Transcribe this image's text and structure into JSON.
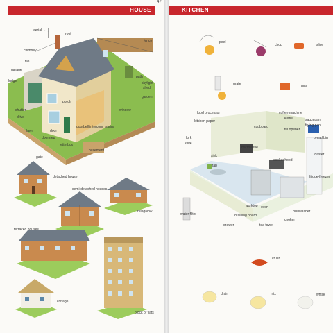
{
  "left_page": {
    "section_title": "HOUSE",
    "page_number": "47",
    "house_labels": {
      "aerial": "aerial",
      "roof": "roof",
      "fence": "fence",
      "chimney": "chimney",
      "tile": "tile",
      "garage": "garage",
      "ludge": "ludge",
      "path": "path",
      "skylight": "skylight",
      "shed": "shed",
      "garden": "garden",
      "porch": "porch",
      "window": "window",
      "shutter": "shutter",
      "drive": "drive",
      "stairs": "stairs",
      "doorbell_intercom": "doorbell intercom",
      "lawn": "lawn",
      "door": "door",
      "doorstep": "doorstep",
      "letterbox": "letterbox",
      "basement": "basement",
      "gate": "gate"
    },
    "house_types": {
      "detached": "detached house",
      "semi_detached": "semi-detached houses",
      "bungalow": "bungalow",
      "terraced": "terraced houses",
      "cottage": "cottage",
      "block_of_flats": "block of flats"
    }
  },
  "right_page": {
    "section_title": "KITCHEN",
    "actions": {
      "peel": "peel",
      "chop": "chop",
      "slice": "slice",
      "grate": "grate",
      "dice": "dice",
      "crush": "crush",
      "drain": "drain",
      "mix": "mix",
      "whisk": "whisk"
    },
    "kitchen_labels": {
      "food_processor": "food processor",
      "kitchen_paper": "kitchen paper",
      "coffee_machine": "coffee machine",
      "kettle": "kettle",
      "saucepan": "saucepan",
      "frying_pan": "frying pan",
      "cupboard": "cupboard",
      "tin_opener": "tin opener",
      "bread_bin": "bread bin",
      "fork": "fork",
      "knife": "knife",
      "microwave": "microwave",
      "toaster": "toaster",
      "sink": "sink",
      "tap": "tap",
      "cooker_hood": "cooker hood",
      "fridge_freezer": "fridge-freezer",
      "worktop": "worktop",
      "oven": "oven",
      "water_filter": "water filter",
      "dishwasher": "dishwasher",
      "draining_board": "draining board",
      "cooker": "cooker",
      "drawer": "drawer",
      "tea_towel": "tea towel"
    }
  }
}
